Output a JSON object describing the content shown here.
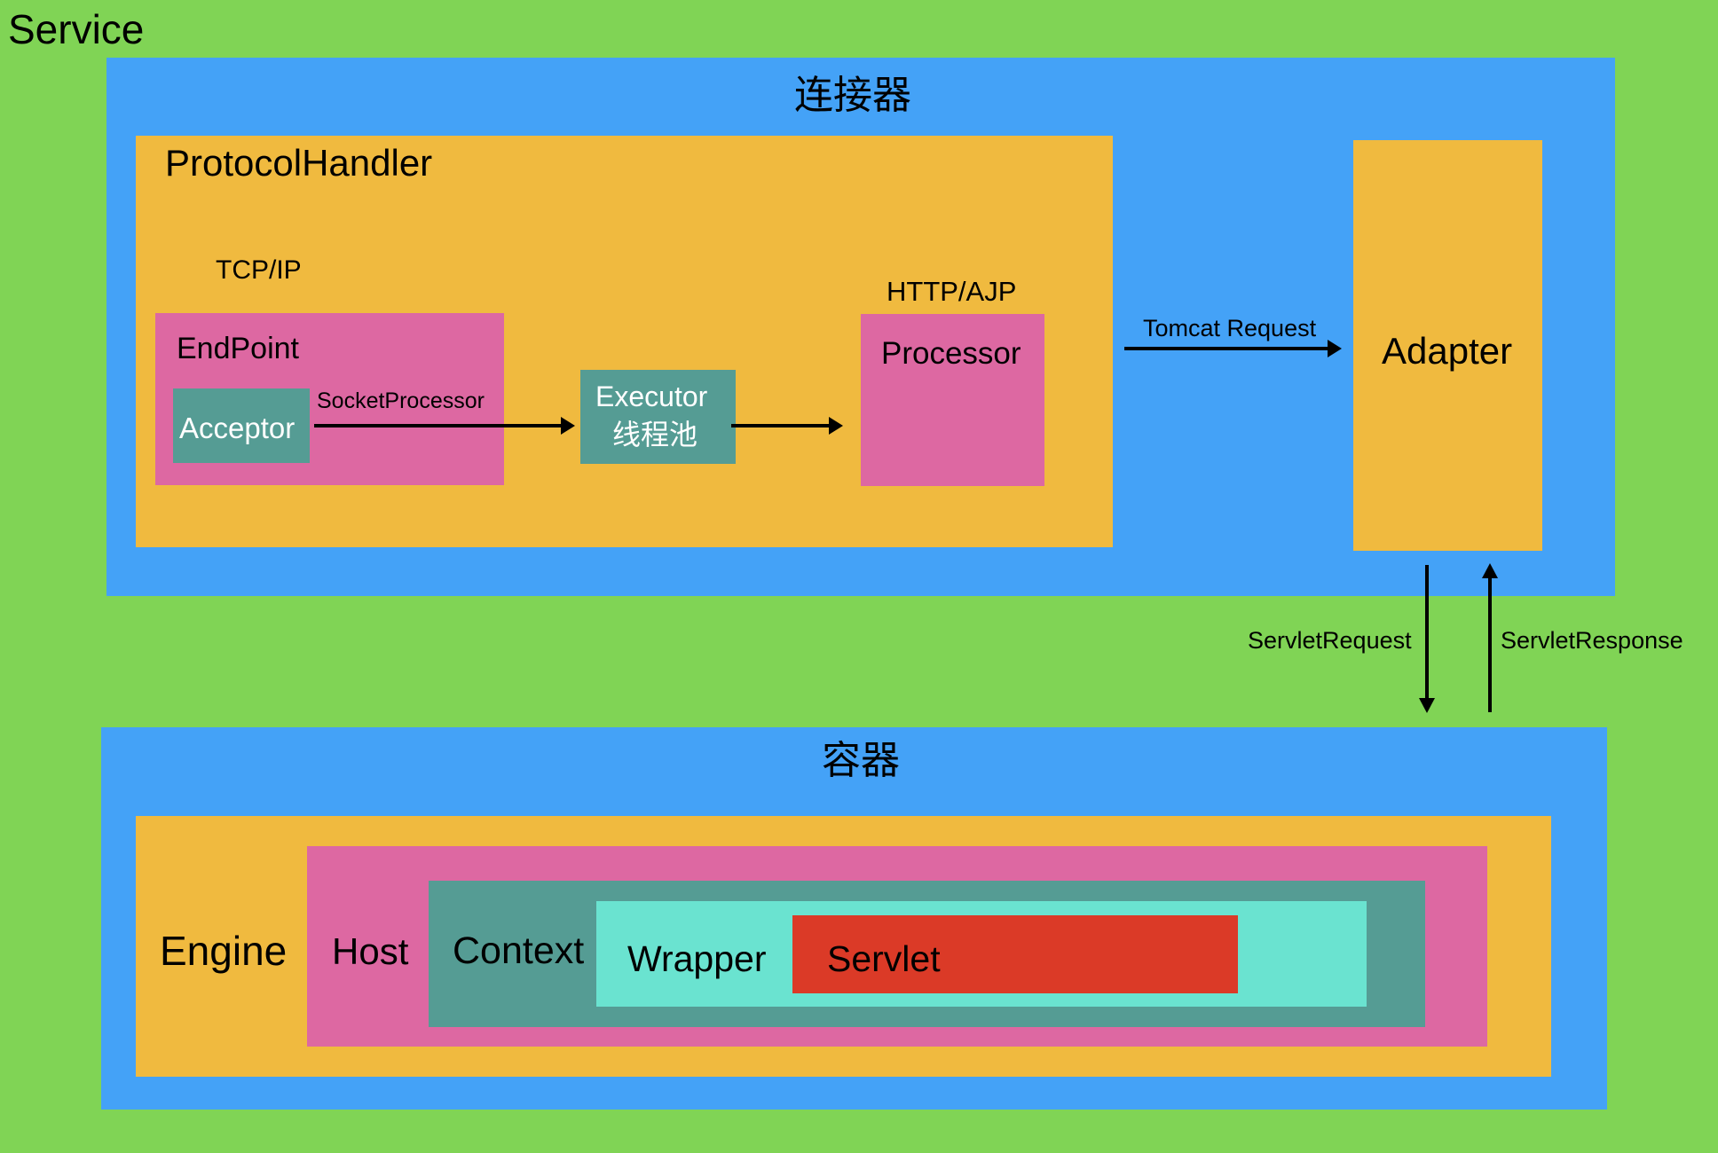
{
  "service": {
    "label": "Service"
  },
  "connector": {
    "title": "连接器",
    "protocol_handler": {
      "label": "ProtocolHandler",
      "tcp_label": "TCP/IP",
      "endpoint": {
        "label": "EndPoint",
        "acceptor": "Acceptor",
        "socket_processor": "SocketProcessor"
      },
      "executor": {
        "line1": "Executor",
        "line2": "线程池"
      },
      "http_label": "HTTP/AJP",
      "processor": "Processor"
    },
    "tomcat_request": "Tomcat Request",
    "adapter": "Adapter"
  },
  "flows": {
    "servlet_request": "ServletRequest",
    "servlet_response": "ServletResponse"
  },
  "container": {
    "title": "容器",
    "engine": "Engine",
    "host": "Host",
    "context": "Context",
    "wrapper": "Wrapper",
    "servlet": "Servlet"
  },
  "colors": {
    "service_bg": "#80D455",
    "layer_blue": "#44A2F7",
    "orange": "#F0BA3F",
    "pink": "#DD68A2",
    "teal": "#559C94",
    "cyan": "#6AE3D0",
    "red": "#DB3A27"
  }
}
